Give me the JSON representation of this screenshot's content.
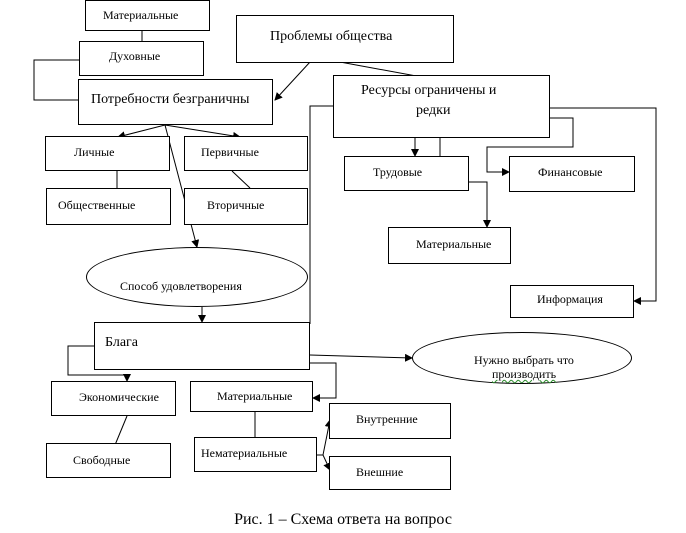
{
  "nodes": {
    "material_top": "Материальные",
    "spiritual": "Духовные",
    "society_problems": "Проблемы общества",
    "needs_unlimited": "Потребности безграничны",
    "resources_line1": "Ресурсы ограничены и",
    "resources_line2": "редки",
    "personal": "Личные",
    "primary": "Первичные",
    "social": "Общественные",
    "secondary": "Вторичные",
    "labor": "Трудовые",
    "financial": "Финансовые",
    "material_resources": "Материальные",
    "satisfaction_method": "Способ удовлетворения",
    "information": "Информация",
    "goods": "Блага",
    "choose_line1": "Нужно выбрать что",
    "choose_line2": "производить",
    "economic": "Экономические",
    "material_goods": "Материальные",
    "internal": "Внутренние",
    "free": "Свободные",
    "intangible": "Нематериальные",
    "external": "Внешние"
  },
  "caption": "Рис. 1 – Схема ответа на вопрос"
}
